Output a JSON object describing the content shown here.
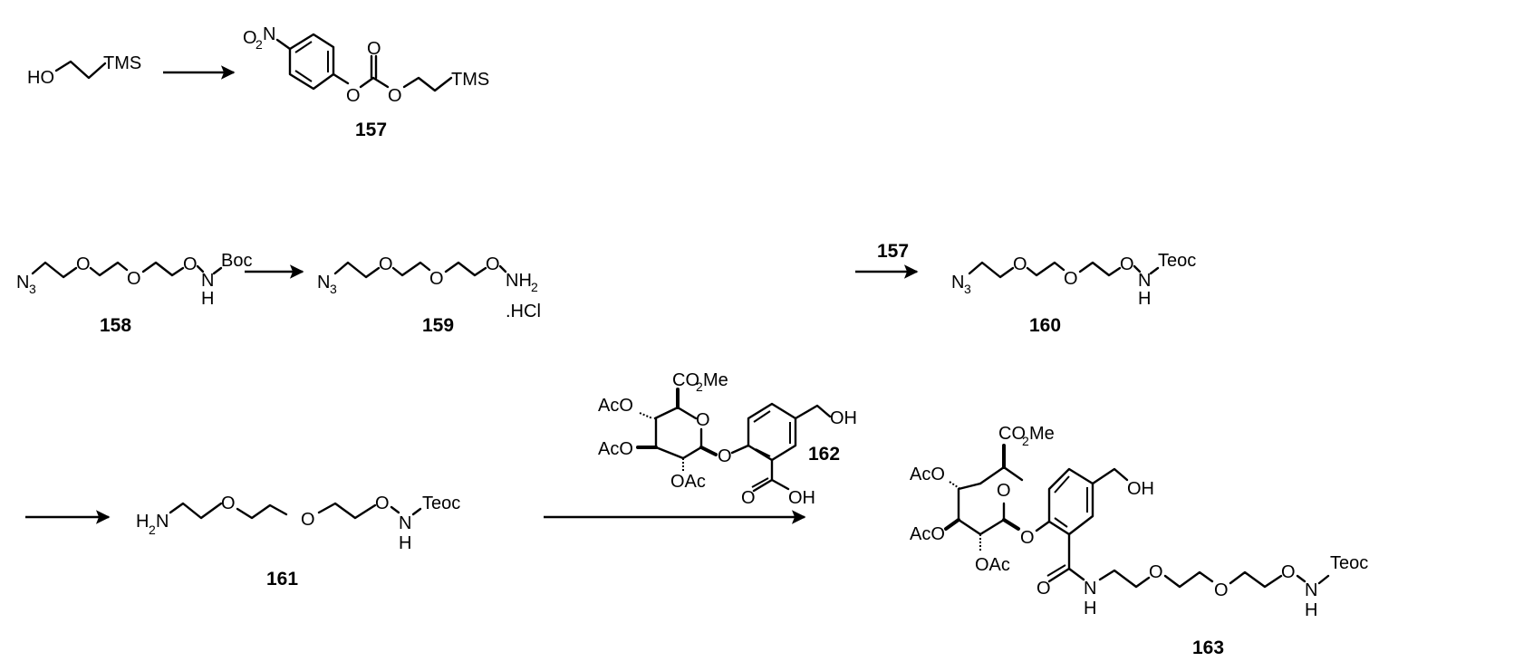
{
  "scheme": {
    "row1": {
      "reactant": {
        "left": "HO",
        "right": "TMS"
      },
      "product": {
        "id": "157",
        "labels": {
          "nitro": "O",
          "nitro_sub": "2",
          "nitro_n": "N",
          "carbonyl_o": "O",
          "ester_o1": "O",
          "ester_o2": "O",
          "tms": "TMS"
        }
      }
    },
    "row2": {
      "cpd158": {
        "id": "158",
        "n3": "N",
        "n3_sub": "3",
        "o": "O",
        "n": "N",
        "h": "H",
        "pg": "Boc"
      },
      "cpd159": {
        "id": "159",
        "n3": "N",
        "n3_sub": "3",
        "o": "O",
        "nh2": "NH",
        "nh2_sub": "2",
        "salt": ".HCl"
      },
      "arrow_reagent": "157",
      "cpd160": {
        "id": "160",
        "n3": "N",
        "n3_sub": "3",
        "o": "O",
        "n": "N",
        "h": "H",
        "pg": "Teoc"
      }
    },
    "row3": {
      "cpd161": {
        "id": "161",
        "amine": "H",
        "amine_sub": "2",
        "amine_n": "N",
        "o": "O",
        "n": "N",
        "h": "H",
        "pg": "Teoc"
      },
      "cpd162": {
        "id": "162",
        "co2me": "CO",
        "co2me_sub": "2",
        "co2me_tail": "Me",
        "aco": "AcO",
        "oac": "OAc",
        "o": "O",
        "oh": "OH"
      },
      "cpd163": {
        "id": "163",
        "co2me": "CO",
        "co2me_sub": "2",
        "co2me_tail": "Me",
        "aco": "AcO",
        "oac": "OAc",
        "o": "O",
        "oh": "OH",
        "n": "N",
        "h": "H",
        "pg": "Teoc"
      }
    }
  }
}
